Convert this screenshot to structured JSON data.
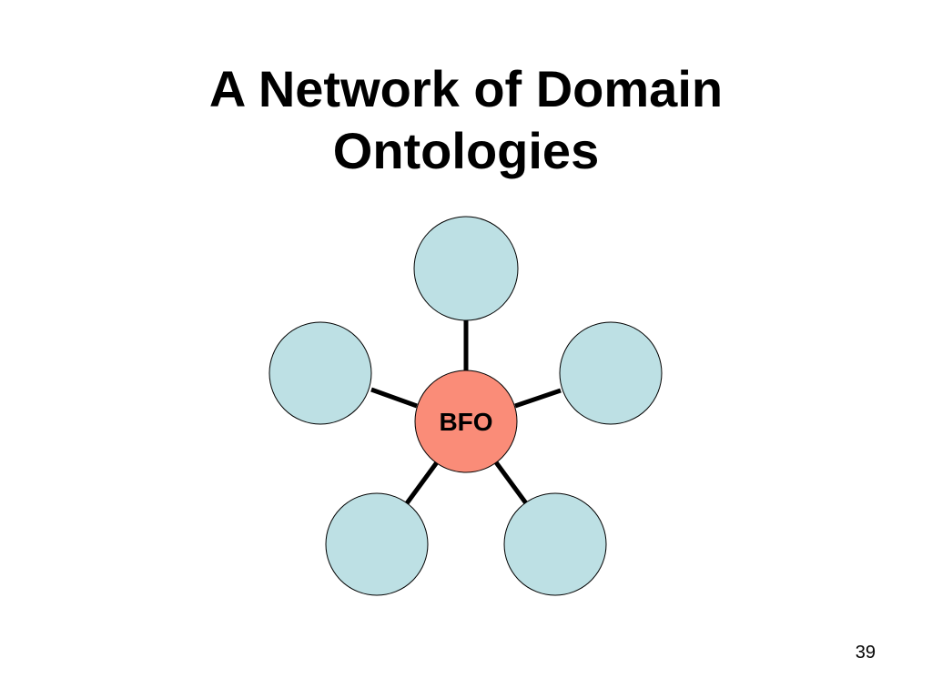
{
  "slide": {
    "title_line1": "A Network of Domain",
    "title_line2": "Ontologies",
    "page_number": "39"
  },
  "diagram": {
    "hub": {
      "label": "BFO"
    },
    "satellites": [
      "",
      "",
      "",
      "",
      ""
    ],
    "colors": {
      "hub_fill": "#fa8c78",
      "satellite_fill": "#bde0e4",
      "stroke": "#000000"
    }
  }
}
